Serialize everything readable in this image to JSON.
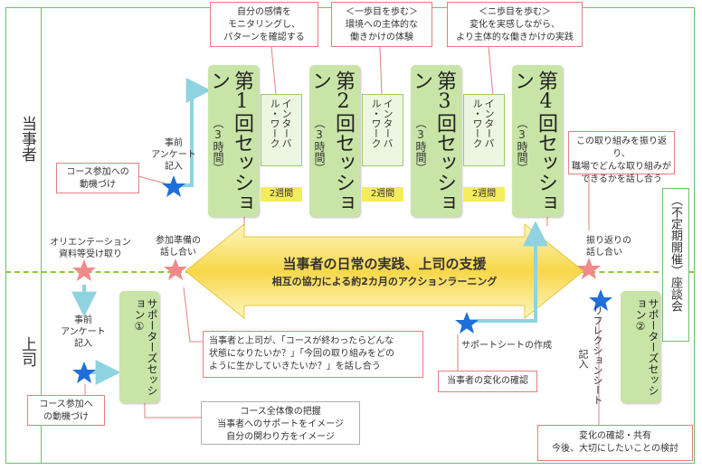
{
  "rows": {
    "top": "当事者",
    "bottom": "上司"
  },
  "sessions": [
    {
      "title": "第1回セッション",
      "sub": "（3時間）"
    },
    {
      "title": "第2回セッション",
      "sub": "（3時間）"
    },
    {
      "title": "第3回セッション",
      "sub": "（3時間）"
    },
    {
      "title": "第4回セッション",
      "sub": "（3時間）"
    }
  ],
  "interval": "インターバル・ワーク",
  "weeks": "2週間",
  "top_notes": [
    "自分の感情を\nモニタリングし、\nパターンを確認する",
    "＜一歩目を歩む＞\n環境への主体的な\n働きかけの体験",
    "＜ニ歩目を歩む＞\n変化を実感しながら、\nより主体的な働きかけの実践"
  ],
  "pre_survey_top": "事前\nアンケート\n記入",
  "motivation_top": "コース参加への\n動機づけ",
  "orientation": "オリエンテーション\n資料等受け取り",
  "prep_talk": "参加準備の\n話し合い",
  "arrow_main": "当事者の日常の実践、上司の支援",
  "arrow_sub": "相互の協力による約2カ月のアクションラーニング",
  "review_note": "この取り組みを振り返り、\n職場でどんな取り組みが\nできるかを話し合う",
  "review_talk": "振り返りの\n話し合い",
  "roundtable": "（不定期開催）座談会",
  "pre_survey_bottom": "事前\nアンケート\n記入",
  "motivation_bottom": "コース参加へ\nの動機づけ",
  "supporter1": "サポーターズセッション①",
  "supporter2": "サポーターズセッション②",
  "discussion_note": "当事者と上司が、「コースが終わったらどんな\n状態になりたいか？」「今回の取り組みをどの\nように生かしていきたいか？」を話し合う",
  "overview_note": "コース全体像の把握\n当事者へのサポートをイメージ\n自分の関わり方をイメージ",
  "support_sheet": "サポートシートの作成",
  "change_check": "当事者の変化の確認",
  "reflection_sheet": "リフレクションシート",
  "reflection_fill": "記入",
  "final_note": "変化の確認・共有\n今後、大切にしたいことの検討",
  "colors": {
    "green_frame": "#6cbf70",
    "session": "#c9e4a7",
    "star_blue": "#1e6fd9",
    "star_pink": "#f08a8a",
    "week": "#f5ec5c",
    "arrow": "#f7d74a"
  }
}
